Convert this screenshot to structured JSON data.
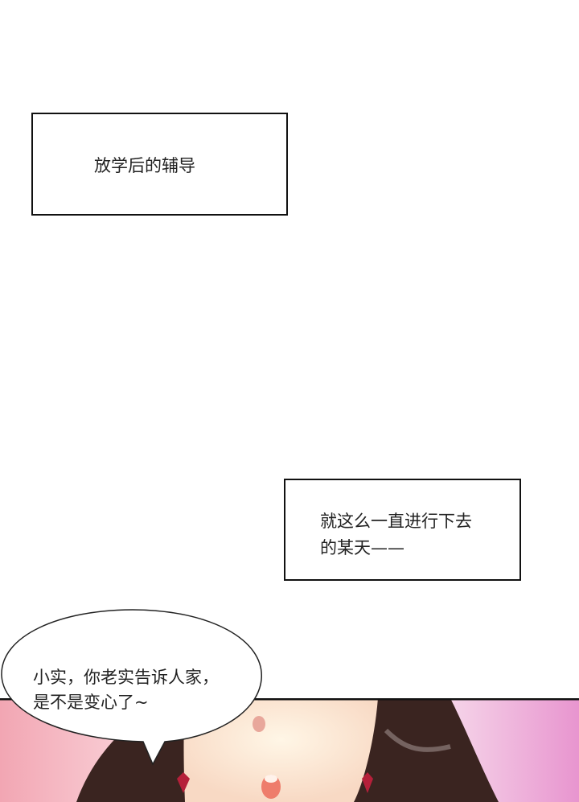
{
  "captions": [
    {
      "lines": [
        "放学后的辅导"
      ]
    },
    {
      "lines": [
        "就这么一直进行下去",
        "的某天——"
      ]
    }
  ],
  "speech_bubble": {
    "lines": [
      "小实，你老实告诉人家，",
      "是不是变心了~"
    ]
  },
  "colors": {
    "panel_border": "#111111",
    "bg_left": "#f2a6b3",
    "bg_right": "#e895cf",
    "skin": "#fcebd6",
    "hair": "#3a2420"
  }
}
